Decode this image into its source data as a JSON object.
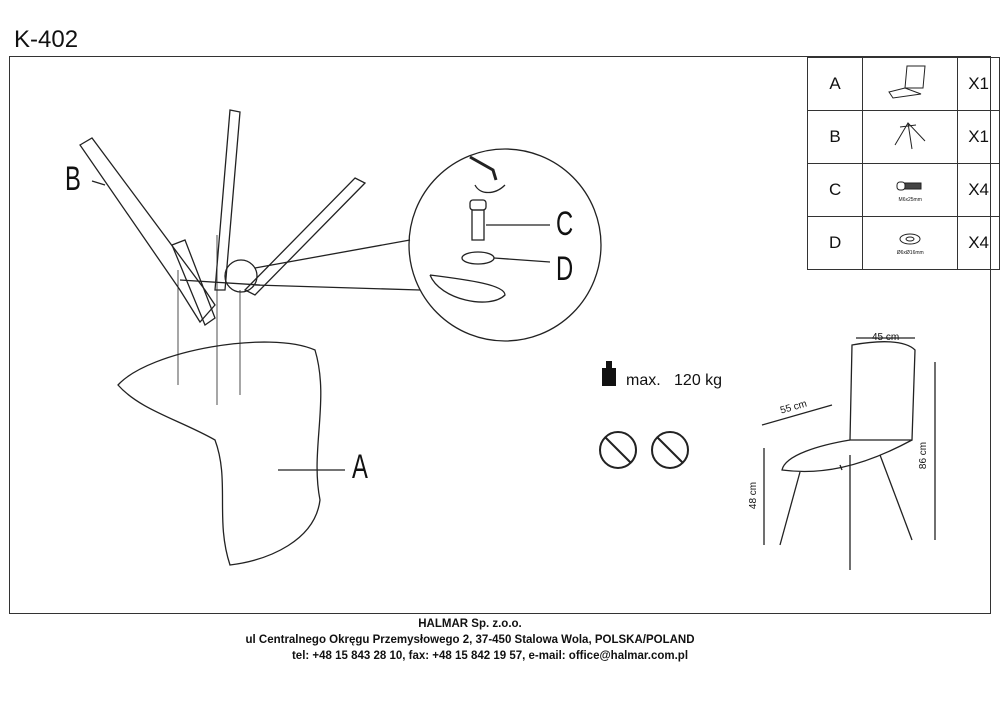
{
  "model": "K-402",
  "parts": [
    {
      "letter": "A",
      "icon": "seat-icon",
      "spec": "",
      "qty": "X1"
    },
    {
      "letter": "B",
      "icon": "legs-frame-icon",
      "spec": "",
      "qty": "X1"
    },
    {
      "letter": "C",
      "icon": "bolt-icon",
      "spec": "M6x25mm",
      "qty": "X4"
    },
    {
      "letter": "D",
      "icon": "washer-icon",
      "spec": "Ø6xØ16mm",
      "qty": "X4"
    }
  ],
  "labels": {
    "a": "A",
    "b": "B",
    "c": "C",
    "d": "D"
  },
  "max_load": {
    "prefix": "max.",
    "value": "120 kg"
  },
  "dimensions": {
    "width": "45 cm",
    "depth": "55 cm",
    "seat_height": "48 cm",
    "height": "86 cm"
  },
  "footer": {
    "company": "HALMAR Sp. z.o.o.",
    "address": "ul Centralnego Okręgu Przemysłowego 2, 37-450 Stalowa Wola, POLSKA/POLAND",
    "contact": "tel: +48 15 843 28 10, fax: +48 15 842 19 57, e-mail: office@halmar.com.pl"
  }
}
